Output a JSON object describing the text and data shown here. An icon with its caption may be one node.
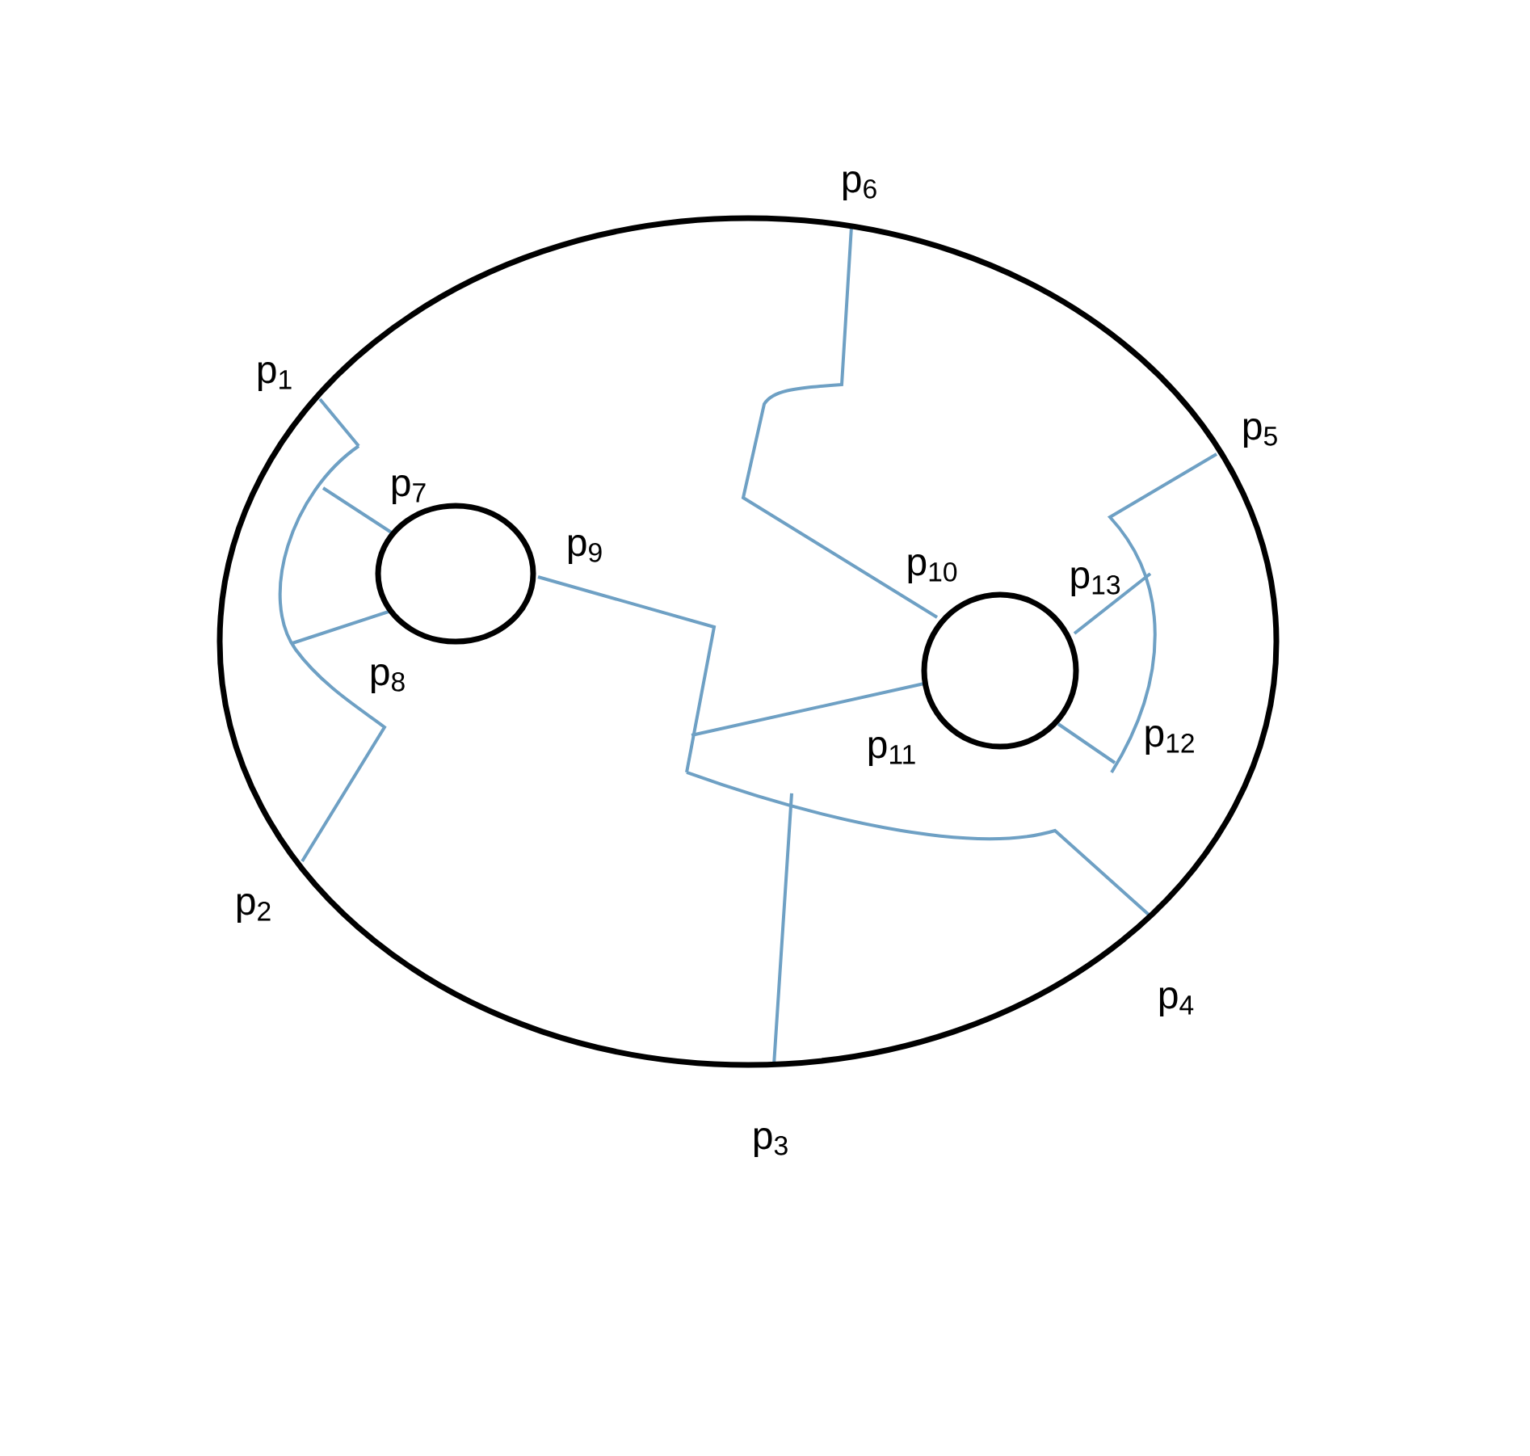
{
  "diagram": {
    "labels": [
      "p$_{1}$",
      "p$_{2}$",
      "p$_{3}$",
      "p$_{4}$",
      "p$_{5}$",
      "p$_{6}$",
      "p$_{7}$",
      "p$_{8}$",
      "p$_{9}$",
      "p$_{10}$",
      "p$_{11}$",
      "p$_{12}$",
      "p$_{13}$"
    ]
  }
}
